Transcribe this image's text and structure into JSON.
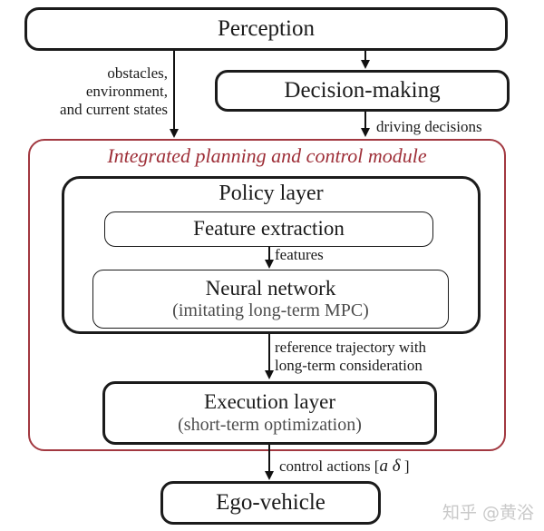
{
  "colors": {
    "text_black": "#1b1b1b",
    "box_border": "#1b1b1b",
    "arrow_color": "#111111",
    "module_border": "#a23840",
    "module_title": "#9e2f38",
    "subtitle_gray": "#4d4d4d",
    "watermark_gray": "#c9c9c9"
  },
  "nodes": {
    "perception": {
      "label": "Perception"
    },
    "decision_making": {
      "label": "Decision-making"
    },
    "module": {
      "title": "Integrated planning and control module"
    },
    "policy_layer": {
      "title": "Policy layer"
    },
    "feature_extraction": {
      "label": "Feature extraction"
    },
    "neural_network": {
      "label": "Neural network",
      "sublabel": "(imitating long-term MPC)"
    },
    "execution_layer": {
      "label": "Execution layer",
      "sublabel": "(short-term optimization)"
    },
    "ego_vehicle": {
      "label": "Ego-vehicle"
    }
  },
  "edges": {
    "perception_to_module": {
      "line1": "obstacles,",
      "line2": "environment,",
      "line3": "and current states"
    },
    "decision_to_module": {
      "label": "driving decisions"
    },
    "feature_to_network": {
      "label": "features"
    },
    "policy_to_execution": {
      "line1": "reference trajectory with",
      "line2": "long-term consideration"
    },
    "execution_to_ego": {
      "prefix": "control actions [",
      "math": "a  δ",
      "suffix": " ]"
    }
  },
  "watermark": {
    "text": "知乎 @黄浴"
  }
}
